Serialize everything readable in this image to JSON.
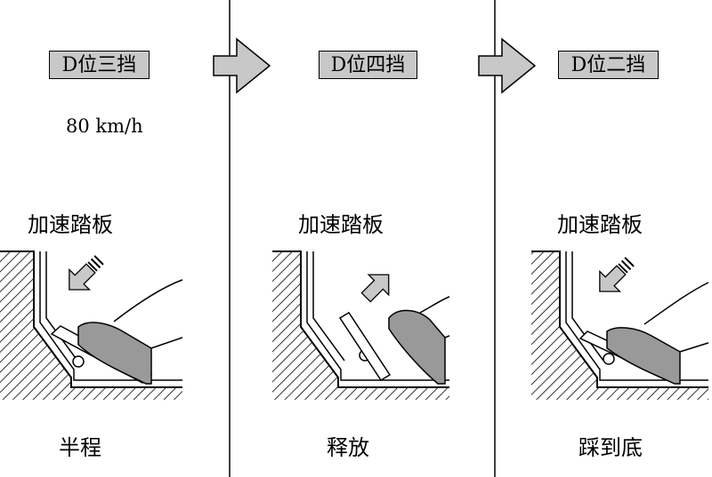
{
  "panels": [
    {
      "gear": "D位三挡",
      "speed": "80 km/h",
      "pedal_label": "加速踏板",
      "state": "半程",
      "arrow_direction": "press"
    },
    {
      "gear": "D位四挡",
      "pedal_label": "加速踏板",
      "state": "释放",
      "arrow_direction": "release"
    },
    {
      "gear": "D位二挡",
      "pedal_label": "加速踏板",
      "state": "踩到底",
      "arrow_direction": "press"
    }
  ],
  "colors": {
    "gear_box_fill": "#c8c8c8",
    "arrow_fill": "#c8c8c8",
    "shoe_fill": "#999999",
    "line": "#000000"
  }
}
